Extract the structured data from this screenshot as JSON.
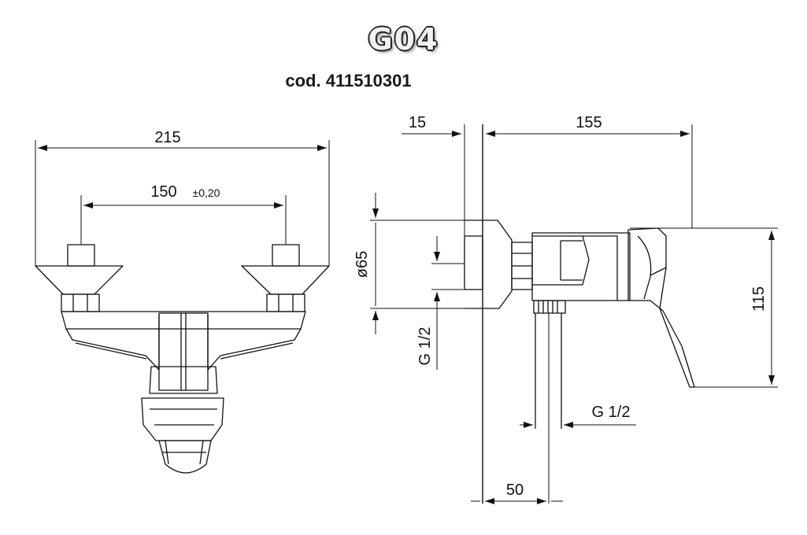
{
  "header": {
    "model": "G04",
    "code": "cod. 411510301"
  },
  "front_view": {
    "overall_width": "215",
    "centers": "150",
    "centers_tolerance": "±0,20"
  },
  "side_view": {
    "wall_offset": "15",
    "depth": "155",
    "diameter": "ø65",
    "thread_wall": "G 1/2",
    "height": "115",
    "thread_outlet": "G 1/2",
    "outlet_offset": "50"
  },
  "colors": {
    "line": "#111111",
    "fill": "#ffffff"
  }
}
